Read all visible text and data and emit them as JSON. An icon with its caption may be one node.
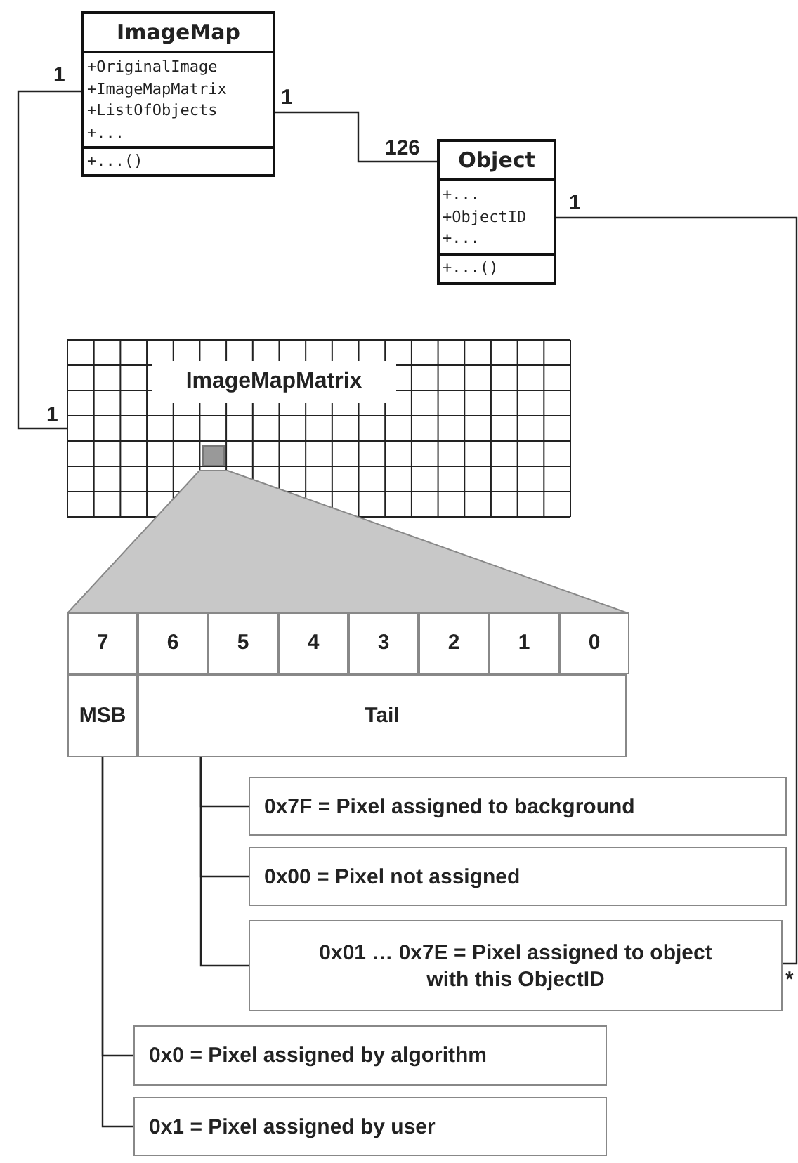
{
  "diagram": {
    "nodes": [
      {
        "text": [
          "ImageMap",
          "+OriginalImage +ImageMapMatrix +ListOfObjects +...",
          "+...()"
        ]
      },
      {
        "text": [
          "Object",
          "+... +ObjectID +...",
          "+...()"
        ]
      },
      {
        "text": [
          "ImageMapMatrix"
        ]
      },
      {
        "text": [],
        "shape": "box",
        "in": 2
      },
      {
        "text": [],
        "shape": "trapezoid"
      },
      {
        "text": [
          "MSB"
        ]
      },
      {
        "text": [
          "Tail"
        ]
      },
      {
        "text": [
          "0x7F = Pixel assigned to background"
        ]
      },
      {
        "text": [
          "0x00 = Pixel not assigned"
        ]
      },
      {
        "text": [
          "0x01 … 0x7E = Pixel assigned to object with this ObjectID"
        ]
      },
      {
        "text": [
          "0x0 = Pixel assigned by algorithm"
        ]
      },
      {
        "text": [
          "0x1 = Pixel assigned by user"
        ]
      }
    ],
    "edges": [
      {
        "from": 0,
        "to": 2,
        "arrow": "none"
      },
      {
        "from": 0,
        "to": 1,
        "arrow": "none"
      },
      {
        "from": 1,
        "to": 9,
        "arrow": "none"
      },
      {
        "from": 6,
        "to": 7,
        "arrow": "none"
      },
      {
        "from": 6,
        "to": 8,
        "arrow": "none"
      },
      {
        "from": 6,
        "to": 9,
        "arrow": "none"
      },
      {
        "from": 5,
        "to": 10,
        "arrow": "none"
      },
      {
        "from": 5,
        "to": 11,
        "arrow": "none"
      }
    ],
    "labels": [
      "1",
      "1",
      "126",
      "1",
      "1",
      "7",
      "6",
      "5",
      "4",
      "3",
      "2",
      "1",
      "0",
      "*"
    ]
  }
}
